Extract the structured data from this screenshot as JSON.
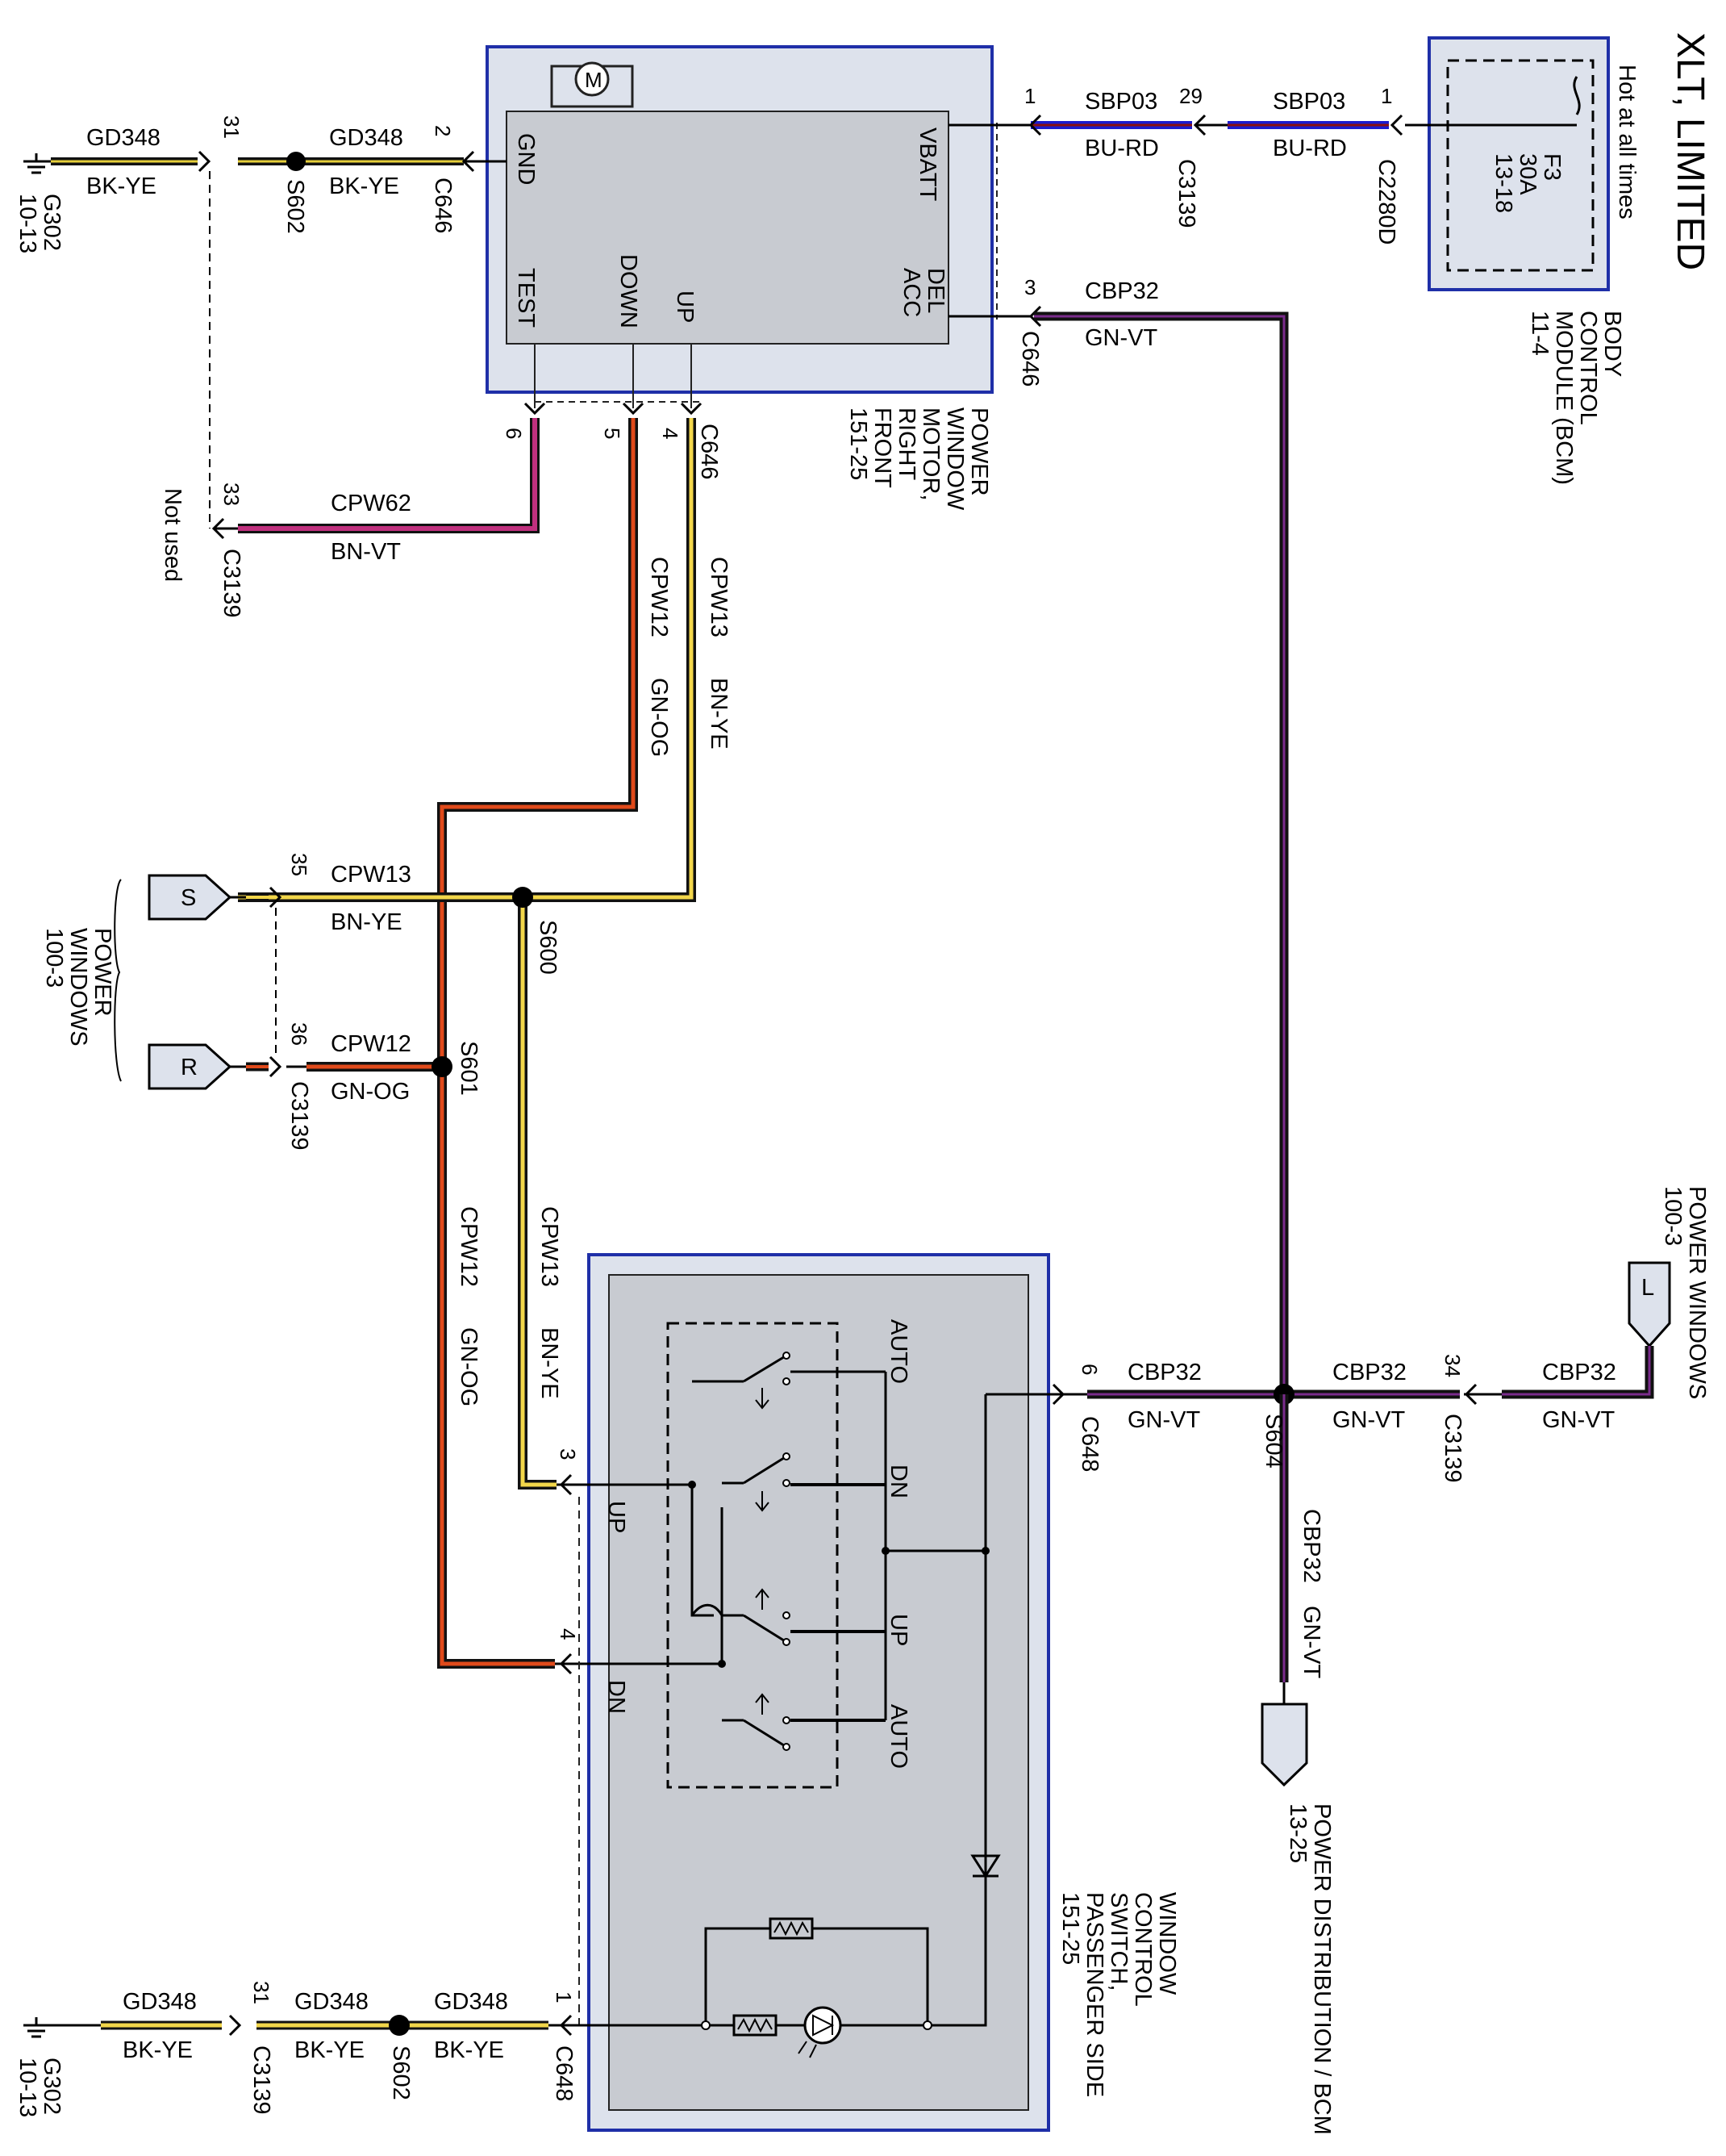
{
  "title": "XLT, LIMITED",
  "hot_label": "Hot at all times",
  "bcm": {
    "label": [
      "BODY",
      "CONTROL",
      "MODULE (BCM)",
      "11-4"
    ],
    "fuse": [
      "F3",
      "30A",
      "13-18"
    ]
  },
  "motor": {
    "label": [
      "POWER",
      "WINDOW",
      "MOTOR,",
      "RIGHT",
      "FRONT",
      "151-25"
    ],
    "pins": {
      "gnd": "GND",
      "vbatt": "VBATT",
      "del_acc": [
        "DEL",
        "ACC"
      ],
      "test": "TEST",
      "down": "DOWN",
      "up": "UP"
    },
    "motor_symbol": "M"
  },
  "switch": {
    "label": [
      "WINDOW",
      "CONTROL",
      "SWITCH,",
      "PASSENGER SIDE",
      "151-25"
    ],
    "terms": {
      "auto_top": "AUTO",
      "dn_top": "DN",
      "up_top": "UP",
      "auto_bot": "AUTO",
      "up_left": "UP",
      "dn_left": "DN"
    }
  },
  "wires": {
    "sbp03_a": {
      "circuit": "SBP03",
      "color": "BU-RD",
      "pin": "1",
      "connector": "C2280D"
    },
    "sbp03_b": {
      "circuit": "SBP03",
      "color": "BU-RD",
      "pin": "29",
      "connector": "C3139"
    },
    "vbatt_pin": "1",
    "cbp32_top": {
      "circuit": "CBP32",
      "color": "GN-VT",
      "pin": "3",
      "connector": "C646"
    },
    "gd348_motor": {
      "circuit": "GD348",
      "color": "BK-YE",
      "pin": "2",
      "connector": "C646"
    },
    "gd348_ground": {
      "circuit": "GD348",
      "color": "BK-YE",
      "pin": "31",
      "splice": "S602",
      "ground": "G302",
      "ground_ref": "10-13"
    },
    "motor_connector": {
      "name": "C646",
      "pins": [
        "6",
        "5",
        "4"
      ]
    },
    "cpw62": {
      "circuit": "CPW62",
      "color": "BN-VT",
      "pin": "33",
      "connector": "C3139",
      "note": "Not used"
    },
    "cpw12_motor": {
      "circuit": "CPW12",
      "color": "GN-OG"
    },
    "cpw13_motor": {
      "circuit": "CPW13",
      "color": "BN-YE"
    },
    "cpw13_pw": {
      "circuit": "CPW13",
      "color": "BN-YE",
      "pin": "35",
      "splice": "S600"
    },
    "cpw12_pw": {
      "circuit": "CPW12",
      "color": "GN-OG",
      "pin": "36",
      "connector": "C3139",
      "splice": "S601"
    },
    "power_windows_sr": {
      "label": [
        "POWER",
        "WINDOWS",
        "100-3"
      ],
      "s": "S",
      "r": "R"
    },
    "cpw13_sw": {
      "circuit": "CPW13",
      "color": "BN-YE",
      "pin": "3"
    },
    "cpw12_sw": {
      "circuit": "CPW12",
      "color": "GN-OG",
      "pin": "4"
    },
    "power_windows_l": {
      "label": [
        "POWER WINDOWS",
        "100-3"
      ],
      "l": "L"
    },
    "cbp32_l": {
      "circuit": "CBP32",
      "color": "GN-VT",
      "pin": "34",
      "connector": "C3139"
    },
    "cbp32_mid": {
      "circuit": "CBP32",
      "color": "GN-VT",
      "splice": "S604"
    },
    "cbp32_sw": {
      "circuit": "CBP32",
      "color": "GN-VT",
      "pin": "6",
      "connector": "C648"
    },
    "cbp32_down": {
      "circuit": "CBP32",
      "color": "GN-VT"
    },
    "power_dist": {
      "label": [
        "POWER DISTRIBUTION / BCM",
        "13-25"
      ]
    },
    "bottom_ground": {
      "w1": {
        "circuit": "GD348",
        "color": "BK-YE",
        "pin": "1",
        "connector": "C648"
      },
      "w2": {
        "circuit": "GD348",
        "color": "BK-YE",
        "splice": "S602"
      },
      "w3": {
        "circuit": "GD348",
        "color": "BK-YE",
        "pin": "31",
        "connector": "C3139"
      },
      "ground": "G302",
      "ground_ref": "10-13"
    }
  }
}
